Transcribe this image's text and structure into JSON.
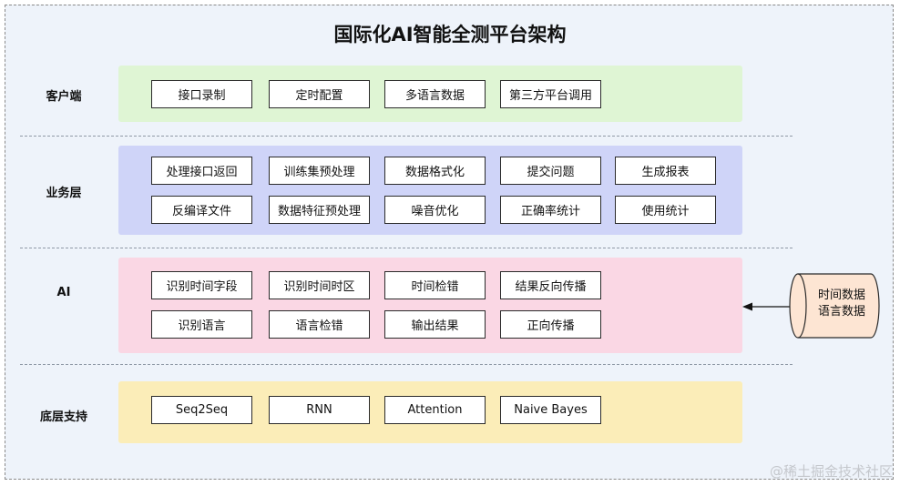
{
  "title": "国际化AI智能全测平台架构",
  "colors": {
    "client_band": "#dff5d4",
    "service_band": "#cfd4f8",
    "ai_band": "#fad7e4",
    "infra_band": "#fbedb8",
    "cylinder_fill": "#fde5d3"
  },
  "layers": {
    "client": {
      "label": "客户端",
      "rows": [
        [
          "接口录制",
          "定时配置",
          "多语言数据",
          "第三方平台调用"
        ]
      ]
    },
    "service": {
      "label": "业务层",
      "rows": [
        [
          "处理接口返回",
          "训练集预处理",
          "数据格式化",
          "提交问题",
          "生成报表"
        ],
        [
          "反编译文件",
          "数据特征预处理",
          "噪音优化",
          "正确率统计",
          "使用统计"
        ]
      ]
    },
    "ai": {
      "label": "AI",
      "rows": [
        [
          "识别时间字段",
          "识别时间时区",
          "时间检错",
          "结果反向传播"
        ],
        [
          "识别语言",
          "语言检错",
          "输出结果",
          "正向传播"
        ]
      ]
    },
    "infra": {
      "label": "底层支持",
      "rows": [
        [
          "Seq2Seq",
          "RNN",
          "Attention",
          "Naive Bayes"
        ]
      ]
    }
  },
  "datastore": {
    "line1": "时间数据",
    "line2": "语言数据"
  },
  "watermark": "@稀土掘金技术社区"
}
